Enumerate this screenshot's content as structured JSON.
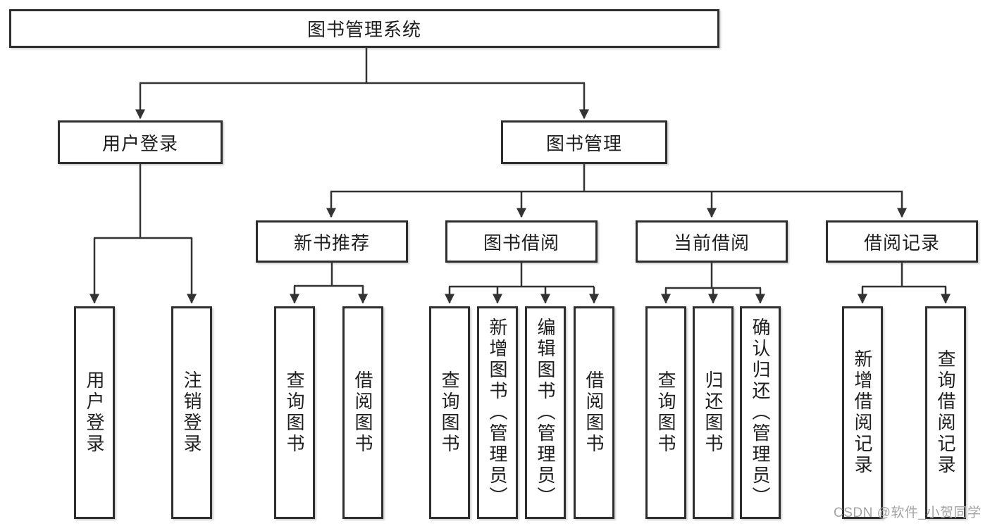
{
  "diagram": {
    "root": {
      "label": "图书管理系统"
    },
    "level2": [
      {
        "label": "用户登录",
        "children": [
          {
            "label": "用户登录"
          },
          {
            "label": "注销登录"
          }
        ]
      },
      {
        "label": "图书管理",
        "children": [
          {
            "label": "新书推荐",
            "children": [
              {
                "label": "查询图书"
              },
              {
                "label": "借阅图书"
              }
            ]
          },
          {
            "label": "图书借阅",
            "children": [
              {
                "label": "查询图书"
              },
              {
                "label": "新增图书（管理员）"
              },
              {
                "label": "编辑图书（管理员）"
              },
              {
                "label": "借阅图书"
              }
            ]
          },
          {
            "label": "当前借阅",
            "children": [
              {
                "label": "查询图书"
              },
              {
                "label": "归还图书"
              },
              {
                "label": "确认归还（管理员）"
              }
            ]
          },
          {
            "label": "借阅记录",
            "children": [
              {
                "label": "新增借阅记录"
              },
              {
                "label": "查询借阅记录"
              }
            ]
          }
        ]
      }
    ]
  },
  "watermark": {
    "text": "CSDN @软件_小贺同学"
  },
  "colors": {
    "line": "#333333",
    "box_border": "#2e2e2e",
    "box_fill": "#ffffff",
    "text": "#1e1e1e",
    "watermark": "#a3a3a3",
    "background": "#ffffff"
  }
}
